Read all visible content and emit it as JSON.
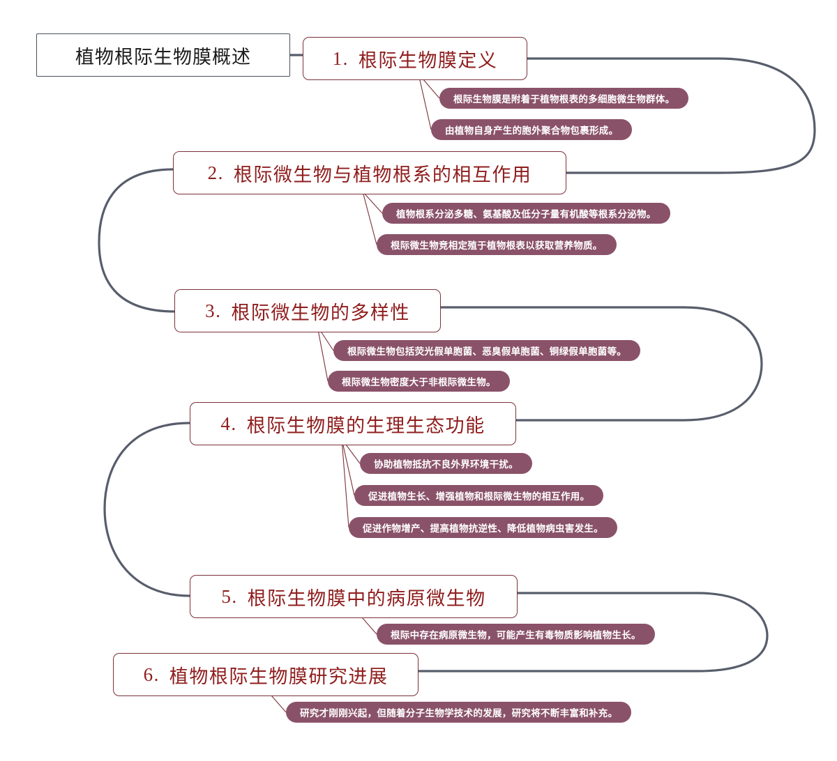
{
  "diagram": {
    "title": "植物根际生物膜概述",
    "type": "mind-map",
    "colors": {
      "connector": "#575d6b",
      "branch_border": "#7a3038",
      "branch_text": "#8f1d1d",
      "pill_fill": "#8a5268",
      "pill_text": "#ffffff",
      "root_border": "#4a4f5c",
      "root_text": "#1c1c1c",
      "background": "#ffffff"
    }
  },
  "root": {
    "label": "植物根际生物膜概述"
  },
  "branches": [
    {
      "number": "1.",
      "label": "根际生物膜定义",
      "leaves": [
        "根际生物膜是附着于植物根表的多细胞微生物群体。",
        "由植物自身产生的胞外聚合物包裹形成。"
      ]
    },
    {
      "number": "2.",
      "label": "根际微生物与植物根系的相互作用",
      "leaves": [
        "植物根系分泌多糖、氨基酸及低分子量有机酸等根系分泌物。",
        "根际微生物竞相定殖于植物根表以获取营养物质。"
      ]
    },
    {
      "number": "3.",
      "label": "根际微生物的多样性",
      "leaves": [
        "根际微生物包括荧光假单胞菌、恶臭假单胞菌、铜绿假单胞菌等。",
        "根际微生物密度大于非根际微生物。"
      ]
    },
    {
      "number": "4.",
      "label": "根际生物膜的生理生态功能",
      "leaves": [
        "协助植物抵抗不良外界环境干扰。",
        "促进植物生长、增强植物和根际微生物的相互作用。",
        "促进作物增产、提高植物抗逆性、降低植物病虫害发生。"
      ]
    },
    {
      "number": "5.",
      "label": "根际生物膜中的病原微生物",
      "leaves": [
        "根际中存在病原微生物，可能产生有毒物质影响植物生长。"
      ]
    },
    {
      "number": "6.",
      "label": "植物根际生物膜研究进展",
      "leaves": [
        "研究才刚刚兴起，但随着分子生物学技术的发展，研究将不断丰富和补充。"
      ]
    }
  ]
}
